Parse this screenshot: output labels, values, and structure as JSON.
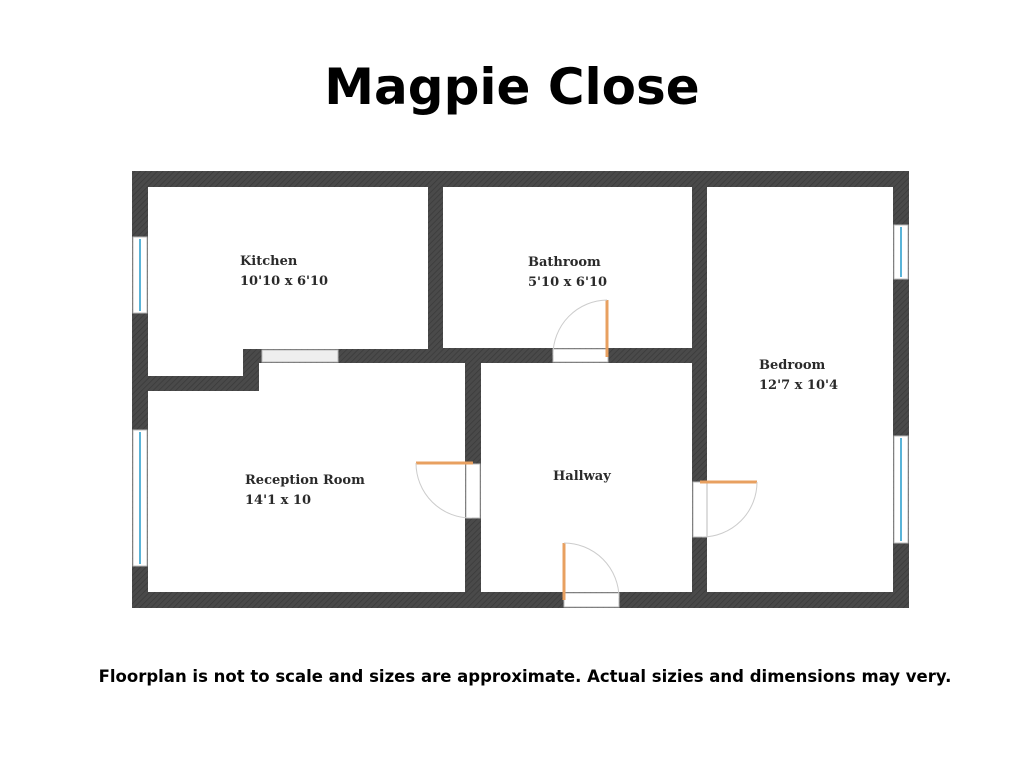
{
  "title": "Magpie Close",
  "rooms": [
    {
      "name": "Kitchen",
      "dimensions": "10'10 x 6'10"
    },
    {
      "name": "Bathroom",
      "dimensions": "5'10 x 6'10"
    },
    {
      "name": "Bedroom",
      "dimensions": "12'7 x 10'4"
    },
    {
      "name": "Reception Room",
      "dimensions": "14'1 x 10"
    },
    {
      "name": "Hallway",
      "dimensions": ""
    }
  ],
  "disclaimer": "Floorplan is not to scale and sizes are approximate. Actual sizies and dimensions may very.",
  "colors": {
    "wall": "#4a4a4a",
    "door": "#e8a060",
    "window": "#5ab4d8",
    "background": "#ffffff"
  }
}
